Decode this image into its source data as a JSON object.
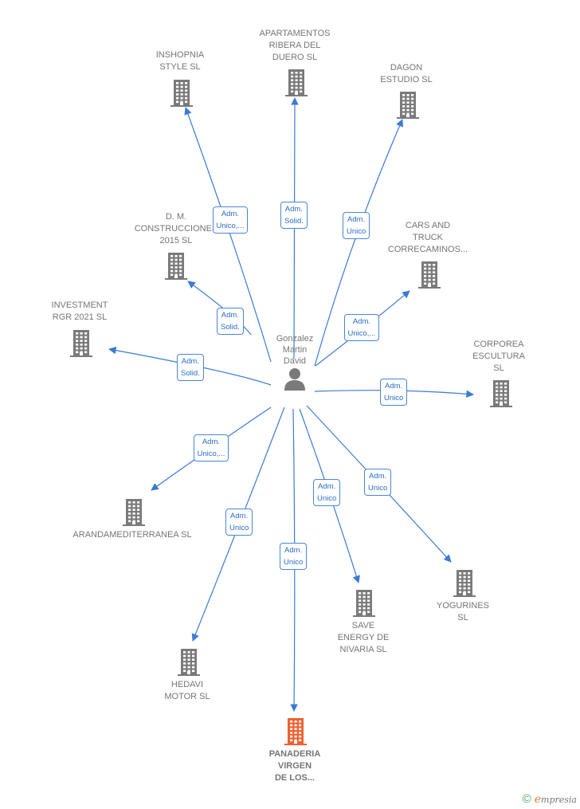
{
  "center": {
    "label": "Gonzalez\nMartin\nDavid",
    "icon": "person-icon"
  },
  "colors": {
    "edge": "#3a7bd5",
    "building": "#7a7a7a",
    "highlight": "#f0602f"
  },
  "nodes": [
    {
      "id": "inshopnia",
      "label": "INSHOPNIA\nSTYLE  SL",
      "highlight": false
    },
    {
      "id": "apartamentos",
      "label": "APARTAMENTOS\nRIBERA DEL\nDUERO  SL",
      "highlight": false
    },
    {
      "id": "dagon",
      "label": "DAGON\nESTUDIO SL",
      "highlight": false
    },
    {
      "id": "dm",
      "label": "D. M.\nCONSTRUCCIONES\n2015  SL",
      "highlight": false
    },
    {
      "id": "cars",
      "label": "CARS AND\nTRUCK\nCORRECAMINOS...",
      "highlight": false
    },
    {
      "id": "investment",
      "label": "INVESTMENT\nRGR 2021  SL",
      "highlight": false
    },
    {
      "id": "corporea",
      "label": "CORPOREA\nESCULTURA\nSL",
      "highlight": false
    },
    {
      "id": "arandamed",
      "label": "ARANDAMEDITERRANEA SL",
      "highlight": false
    },
    {
      "id": "save",
      "label": "SAVE\nENERGY DE\nNIVARIA SL",
      "highlight": false
    },
    {
      "id": "yogurines",
      "label": "YOGURINES\nSL",
      "highlight": false
    },
    {
      "id": "hedavi",
      "label": "HEDAVI\nMOTOR  SL",
      "highlight": false
    },
    {
      "id": "panaderia",
      "label": "PANADERIA\nVIRGEN\nDE LOS...",
      "highlight": true
    }
  ],
  "edges": [
    {
      "to": "inshopnia",
      "role": "Adm.\nUnico,..."
    },
    {
      "to": "apartamentos",
      "role": "Adm.\nSolid."
    },
    {
      "to": "dagon",
      "role": "Adm.\nUnico"
    },
    {
      "to": "dm",
      "role": "Adm.\nSolid."
    },
    {
      "to": "cars",
      "role": "Adm.\nUnico,..."
    },
    {
      "to": "investment",
      "role": "Adm.\nSolid."
    },
    {
      "to": "corporea",
      "role": "Adm.\nUnico"
    },
    {
      "to": "arandamed",
      "role": "Adm.\nUnico,..."
    },
    {
      "to": "save",
      "role": "Adm.\nUnico"
    },
    {
      "to": "yogurines",
      "role": "Adm.\nUnico"
    },
    {
      "to": "hedavi",
      "role": "Adm.\nUnico"
    },
    {
      "to": "panaderia",
      "role": "Adm.\nUnico"
    }
  ],
  "brand": {
    "copyright": "©",
    "first_letter": "e",
    "rest": "mpresia"
  }
}
